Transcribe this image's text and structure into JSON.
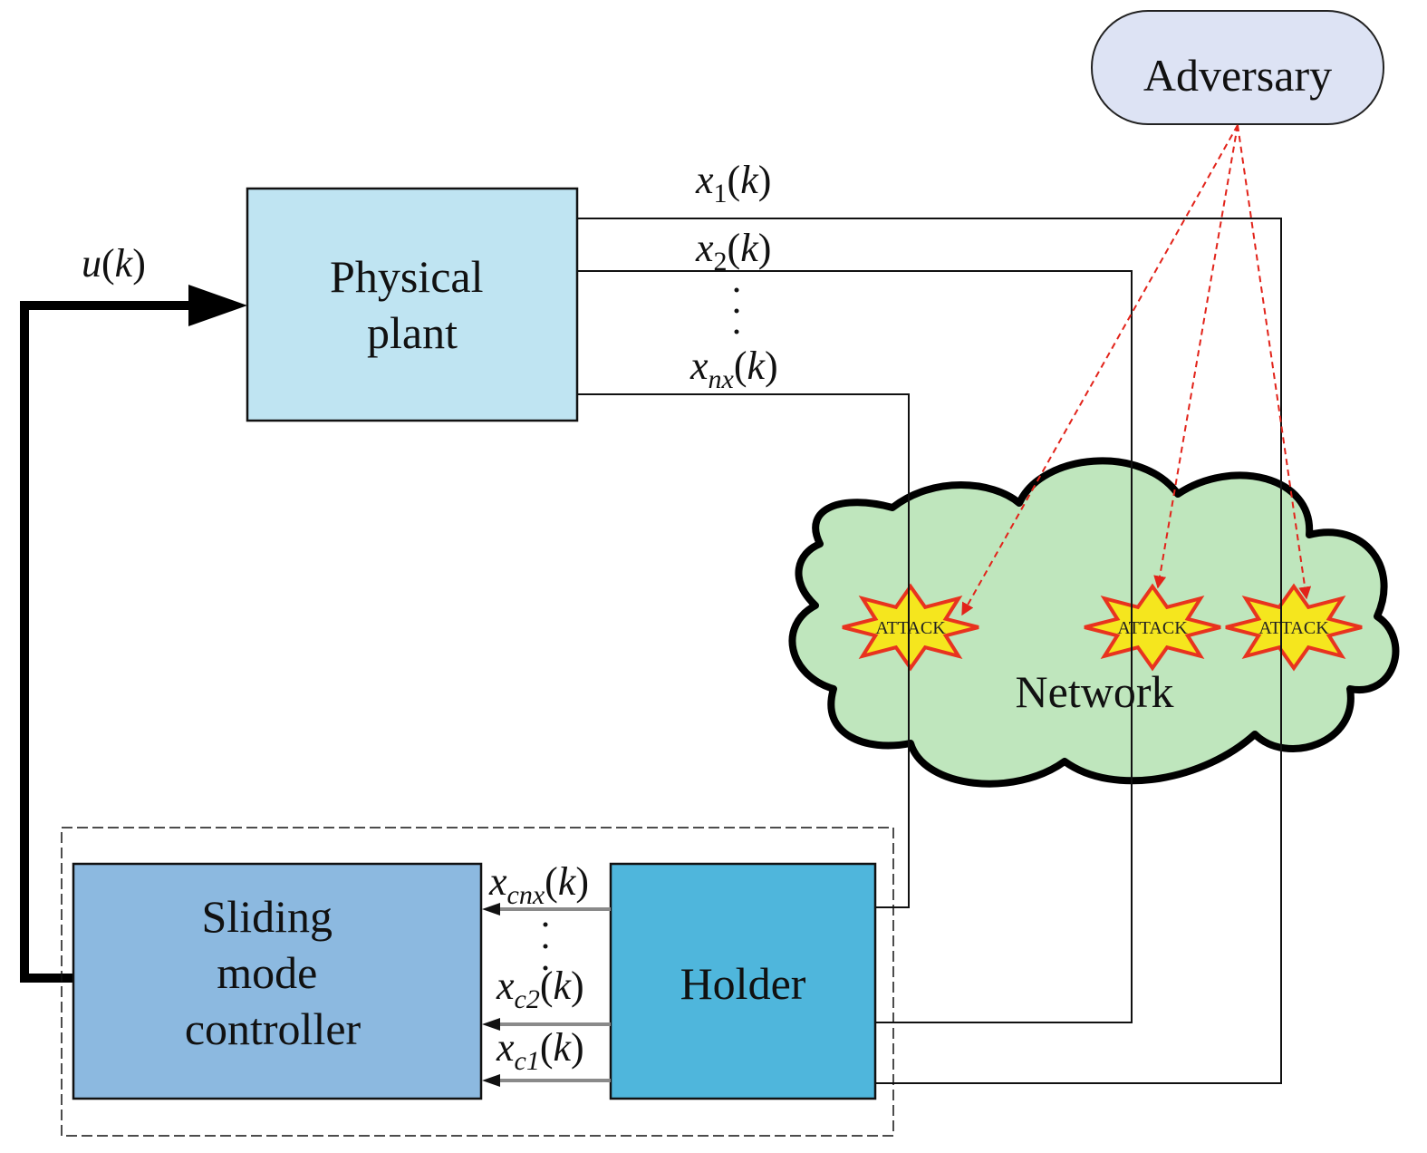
{
  "blocks": {
    "plant": [
      "Physical",
      "plant"
    ],
    "controller": [
      "Sliding",
      "mode",
      "controller"
    ],
    "holder": "Holder",
    "network": "Network",
    "adversary": "Adversary"
  },
  "attack_label": "ATTACK",
  "signals": {
    "u": {
      "var": "u",
      "open": "(",
      "arg": "k",
      "close": ")"
    },
    "x1": {
      "var": "x",
      "sub": "1",
      "open": "(",
      "arg": "k",
      "close": ")"
    },
    "x2": {
      "var": "x",
      "sub": "2",
      "open": "(",
      "arg": "k",
      "close": ")"
    },
    "xnx": {
      "var": "x",
      "sub": "nx",
      "open": "(",
      "arg": "k",
      "close": ")"
    },
    "xcnx": {
      "var": "x",
      "sub": "cnx",
      "open": "(",
      "arg": "k",
      "close": ")"
    },
    "xc2": {
      "var": "x",
      "sub": "c2",
      "open": "(",
      "arg": "k",
      "close": ")"
    },
    "xc1": {
      "var": "x",
      "sub": "c1",
      "open": "(",
      "arg": "k",
      "close": ")"
    }
  },
  "colors": {
    "plant_fill": "#bfe4f2",
    "controller_fill": "#8cb9e0",
    "holder_fill": "#4fb6dc",
    "network_fill": "#bfe6bd",
    "adversary_fill": "#dde3f4",
    "attack_fill": "#f5e61e",
    "attack_stroke": "#e8331f",
    "attack_arrow": "#e2231a"
  }
}
